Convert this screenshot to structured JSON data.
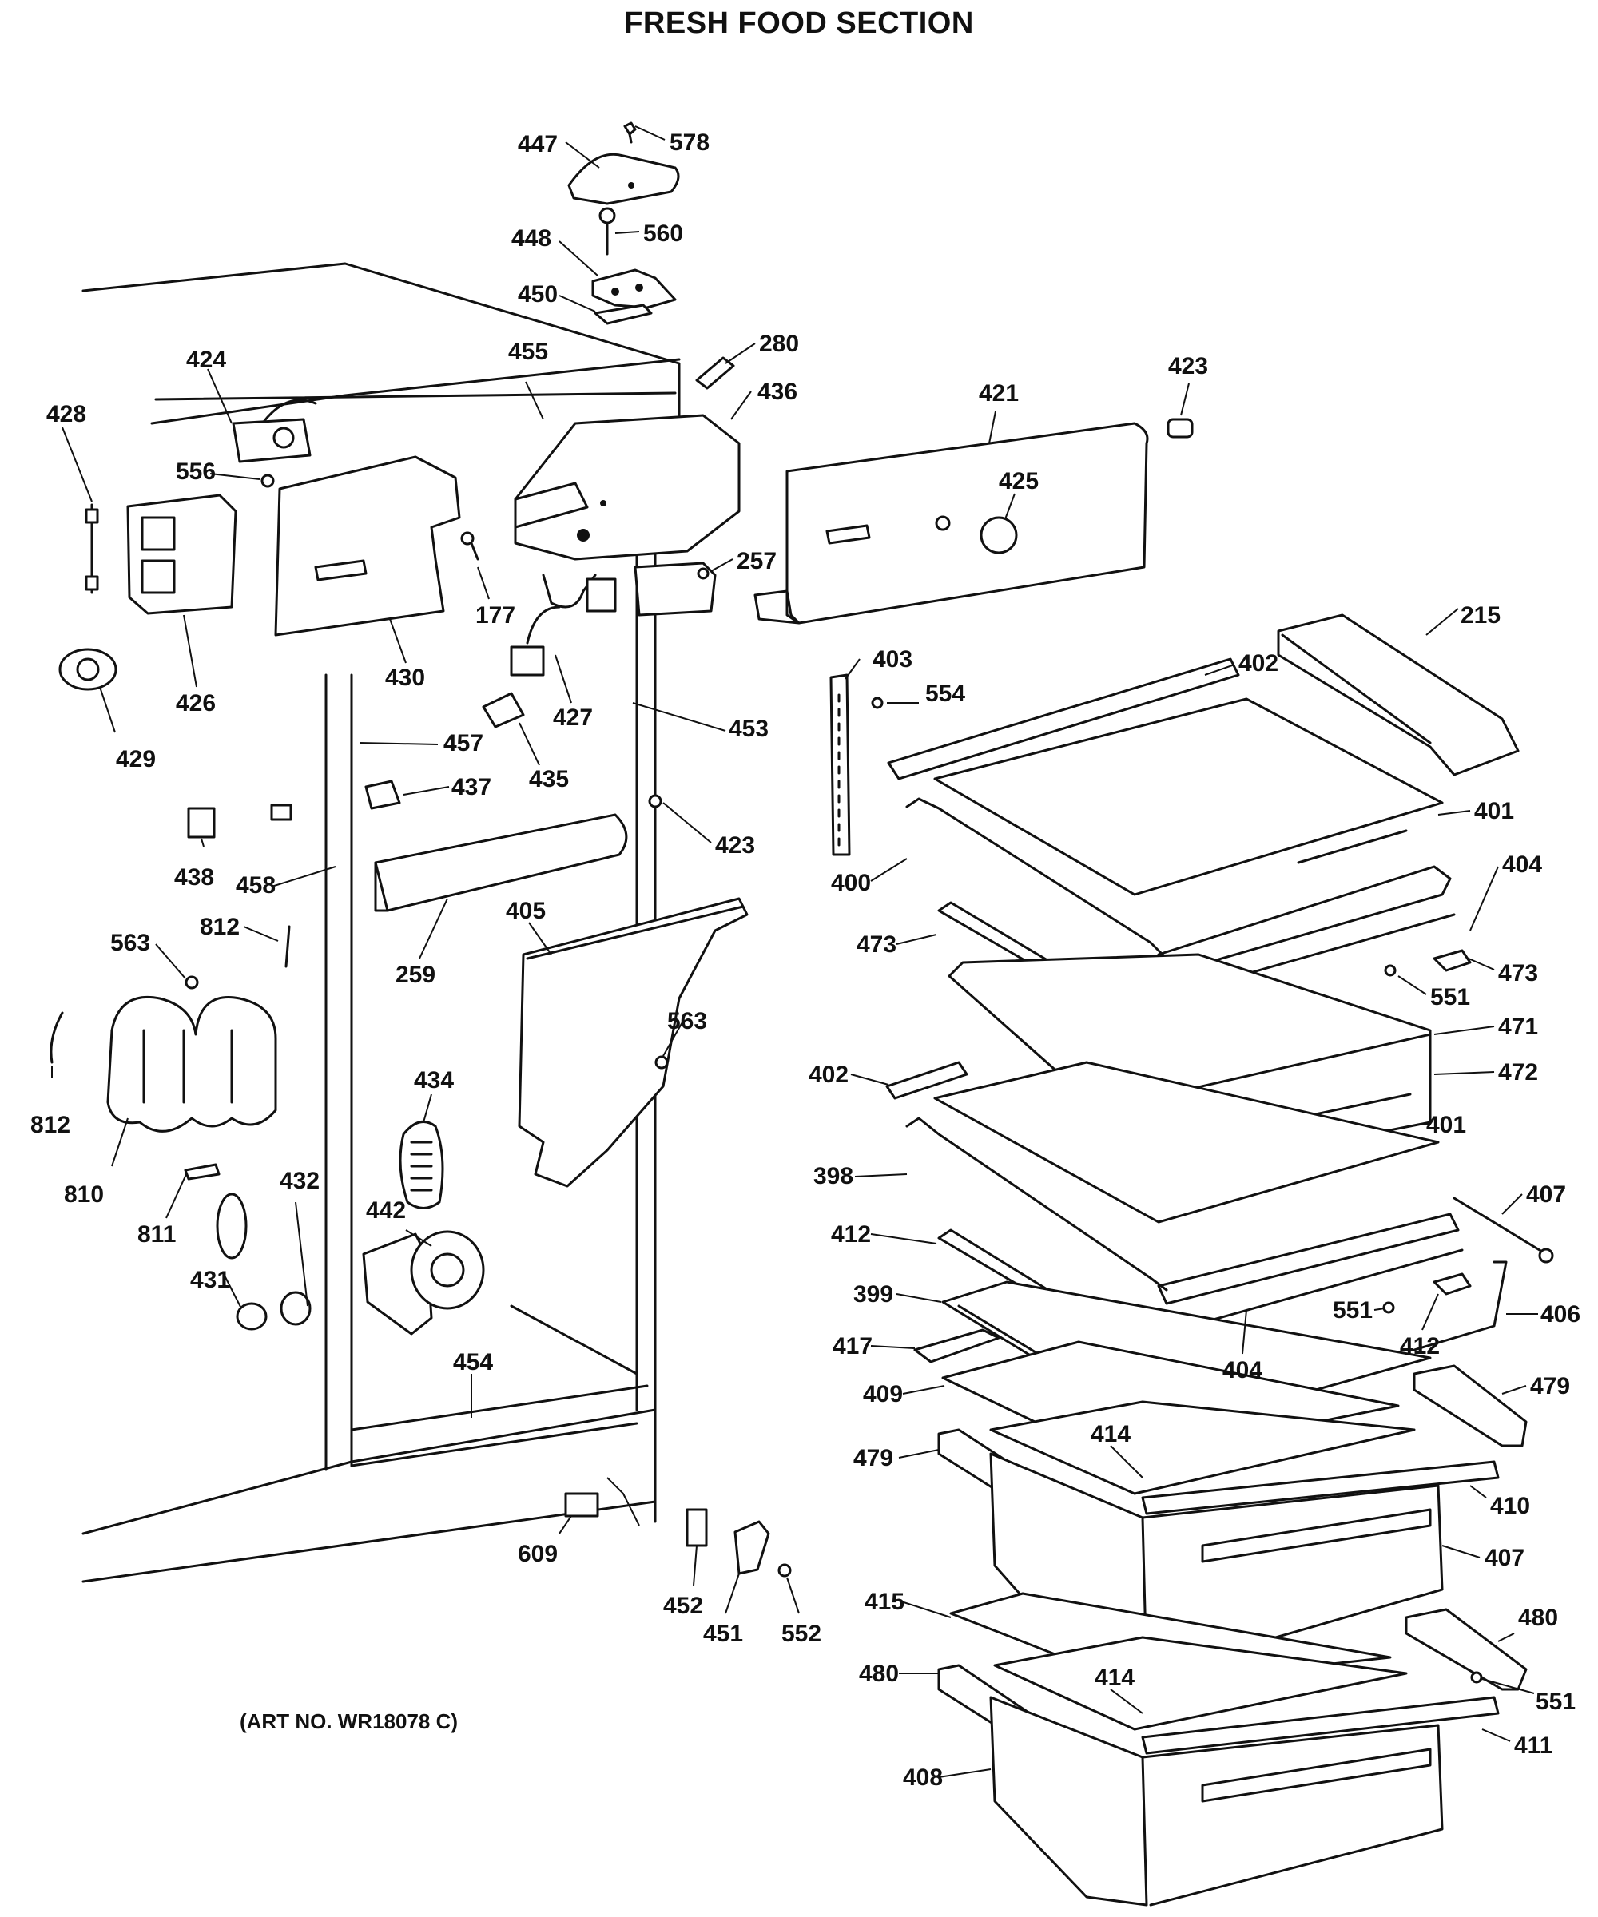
{
  "title": "FRESH FOOD SECTION",
  "art_number": "(ART NO. WR18078 C)",
  "callouts": [
    {
      "id": "c578",
      "text": "578"
    },
    {
      "id": "c447",
      "text": "447"
    },
    {
      "id": "c560",
      "text": "560"
    },
    {
      "id": "c448",
      "text": "448"
    },
    {
      "id": "c450",
      "text": "450"
    },
    {
      "id": "c280",
      "text": "280"
    },
    {
      "id": "c424",
      "text": "424"
    },
    {
      "id": "c428",
      "text": "428"
    },
    {
      "id": "c455",
      "text": "455"
    },
    {
      "id": "c436",
      "text": "436"
    },
    {
      "id": "c421",
      "text": "421"
    },
    {
      "id": "c423a",
      "text": "423"
    },
    {
      "id": "c556",
      "text": "556"
    },
    {
      "id": "c425",
      "text": "425"
    },
    {
      "id": "c177",
      "text": "177"
    },
    {
      "id": "c257",
      "text": "257"
    },
    {
      "id": "c215",
      "text": "215"
    },
    {
      "id": "c426",
      "text": "426"
    },
    {
      "id": "c430",
      "text": "430"
    },
    {
      "id": "c427",
      "text": "427"
    },
    {
      "id": "c403",
      "text": "403"
    },
    {
      "id": "c402a",
      "text": "402"
    },
    {
      "id": "c554",
      "text": "554"
    },
    {
      "id": "c429",
      "text": "429"
    },
    {
      "id": "c457",
      "text": "457"
    },
    {
      "id": "c453",
      "text": "453"
    },
    {
      "id": "c435",
      "text": "435"
    },
    {
      "id": "c437",
      "text": "437"
    },
    {
      "id": "c401a",
      "text": "401"
    },
    {
      "id": "c423b",
      "text": "423"
    },
    {
      "id": "c438",
      "text": "438"
    },
    {
      "id": "c458",
      "text": "458"
    },
    {
      "id": "c400",
      "text": "400"
    },
    {
      "id": "c404a",
      "text": "404"
    },
    {
      "id": "c812a",
      "text": "812"
    },
    {
      "id": "c405",
      "text": "405"
    },
    {
      "id": "c563a",
      "text": "563"
    },
    {
      "id": "c259",
      "text": "259"
    },
    {
      "id": "c473a",
      "text": "473"
    },
    {
      "id": "c473b",
      "text": "473"
    },
    {
      "id": "c551a",
      "text": "551"
    },
    {
      "id": "c563b",
      "text": "563"
    },
    {
      "id": "c471",
      "text": "471"
    },
    {
      "id": "c402b",
      "text": "402"
    },
    {
      "id": "c472",
      "text": "472"
    },
    {
      "id": "c434",
      "text": "434"
    },
    {
      "id": "c812b",
      "text": "812"
    },
    {
      "id": "c401b",
      "text": "401"
    },
    {
      "id": "c810",
      "text": "810"
    },
    {
      "id": "c398",
      "text": "398"
    },
    {
      "id": "c432",
      "text": "432"
    },
    {
      "id": "c407a",
      "text": "407"
    },
    {
      "id": "c811",
      "text": "811"
    },
    {
      "id": "c442",
      "text": "442"
    },
    {
      "id": "c412a",
      "text": "412"
    },
    {
      "id": "c431",
      "text": "431"
    },
    {
      "id": "c399",
      "text": "399"
    },
    {
      "id": "c551b",
      "text": "551"
    },
    {
      "id": "c406",
      "text": "406"
    },
    {
      "id": "c412b",
      "text": "412"
    },
    {
      "id": "c417",
      "text": "417"
    },
    {
      "id": "c454",
      "text": "454"
    },
    {
      "id": "c404b",
      "text": "404"
    },
    {
      "id": "c409",
      "text": "409"
    },
    {
      "id": "c479a",
      "text": "479"
    },
    {
      "id": "c414a",
      "text": "414"
    },
    {
      "id": "c479b",
      "text": "479"
    },
    {
      "id": "c410",
      "text": "410"
    },
    {
      "id": "c609",
      "text": "609"
    },
    {
      "id": "c407b",
      "text": "407"
    },
    {
      "id": "c452",
      "text": "452"
    },
    {
      "id": "c451",
      "text": "451"
    },
    {
      "id": "c552",
      "text": "552"
    },
    {
      "id": "c415",
      "text": "415"
    },
    {
      "id": "c480a",
      "text": "480"
    },
    {
      "id": "c480b",
      "text": "480"
    },
    {
      "id": "c414b",
      "text": "414"
    },
    {
      "id": "c551c",
      "text": "551"
    },
    {
      "id": "c411",
      "text": "411"
    },
    {
      "id": "c408",
      "text": "408"
    }
  ]
}
